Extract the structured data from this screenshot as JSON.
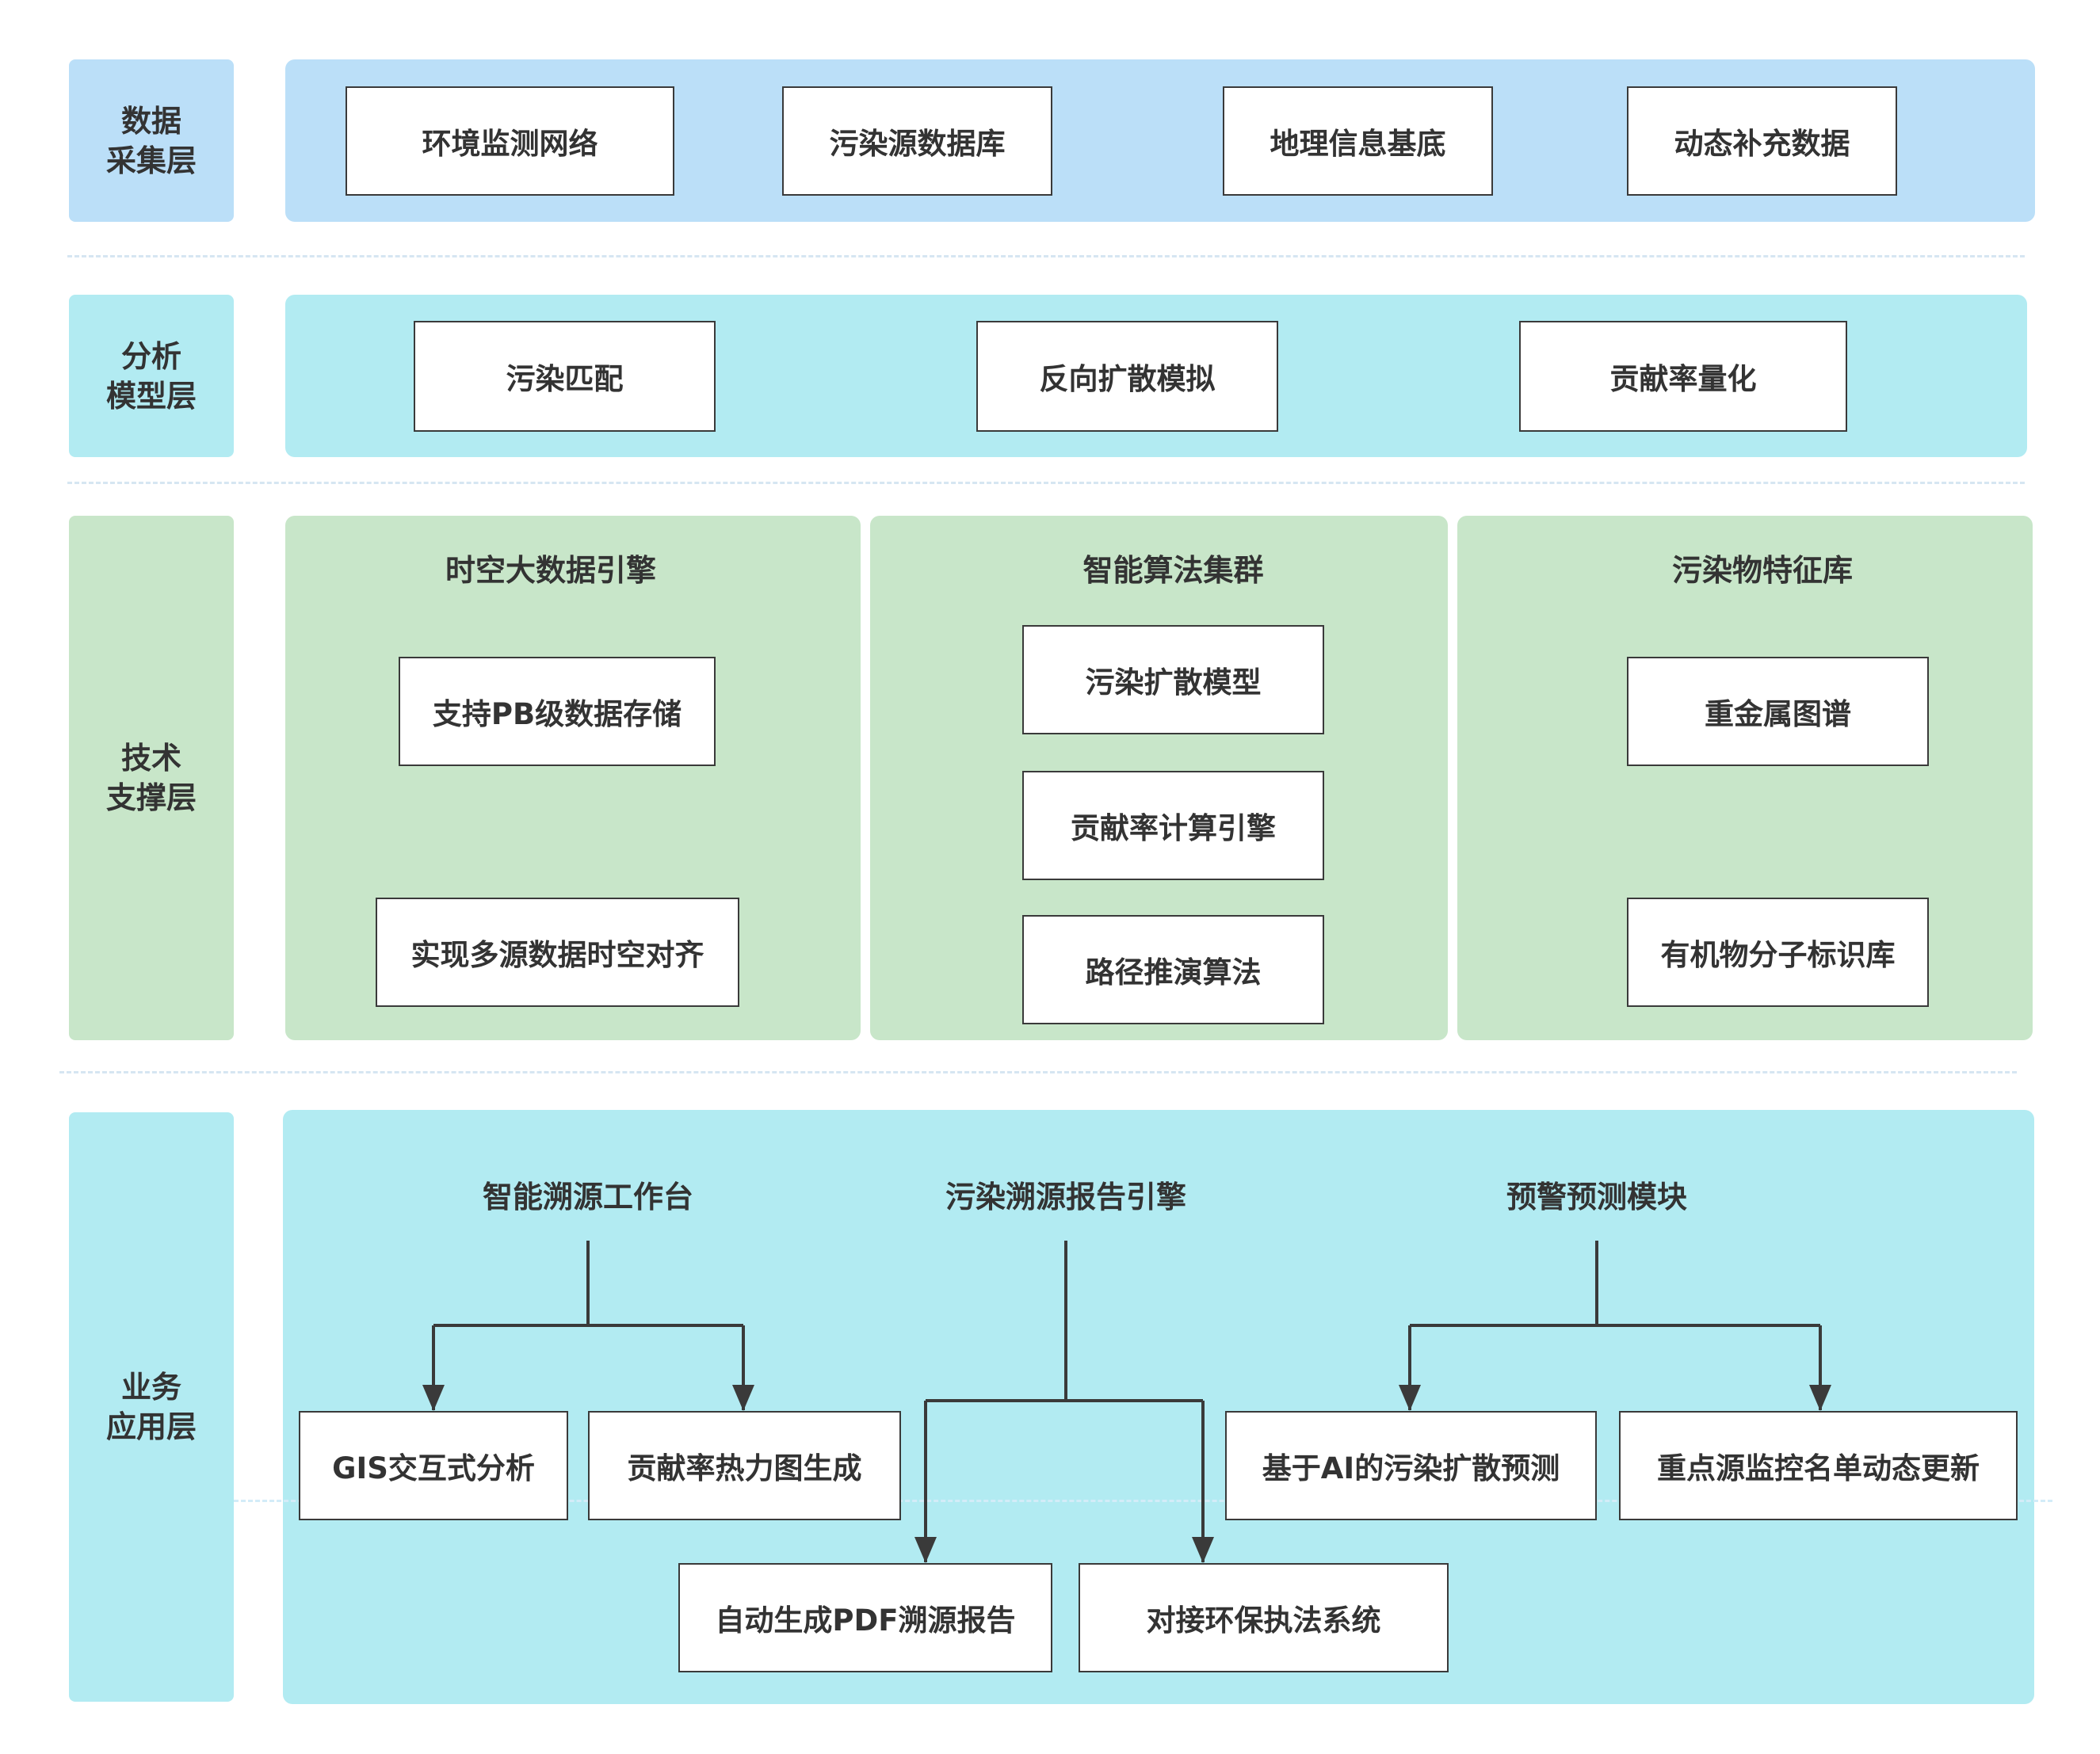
{
  "colors": {
    "data_layer": "#bbdff8",
    "model_layer": "#b2ebf2",
    "tech_layer": "#c8e6c9",
    "app_layer": "#b2ebf2",
    "box_border": "#3a3a3a",
    "connector": "#3a3a3a",
    "divider": "#d6e6f2"
  },
  "layers": {
    "data": {
      "label_line1": "数据",
      "label_line2": "采集层",
      "items": [
        "环境监测网络",
        "污染源数据库",
        "地理信息基底",
        "动态补充数据"
      ]
    },
    "model": {
      "label_line1": "分析",
      "label_line2": "模型层",
      "items": [
        "污染匹配",
        "反向扩散模拟",
        "贡献率量化"
      ]
    },
    "tech": {
      "label_line1": "技术",
      "label_line2": "支撑层",
      "groups": [
        {
          "title": "时空大数据引擎",
          "items": [
            "支持PB级数据存储",
            "实现多源数据时空对齐"
          ]
        },
        {
          "title": "智能算法集群",
          "items": [
            "污染扩散模型",
            "贡献率计算引擎",
            "路径推演算法"
          ]
        },
        {
          "title": "污染物特征库",
          "items": [
            "重金属图谱",
            "有机物分子标识库"
          ]
        }
      ]
    },
    "app": {
      "label_line1": "业务",
      "label_line2": "应用层",
      "modules": [
        {
          "title": "智能溯源工作台",
          "children": [
            "GIS交互式分析",
            "贡献率热力图生成"
          ]
        },
        {
          "title": "污染溯源报告引擎",
          "children": [
            "自动生成PDF溯源报告",
            "对接环保执法系统"
          ]
        },
        {
          "title": "预警预测模块",
          "children": [
            "基于AI的污染扩散预测",
            "重点源监控名单动态更新"
          ]
        }
      ]
    }
  }
}
